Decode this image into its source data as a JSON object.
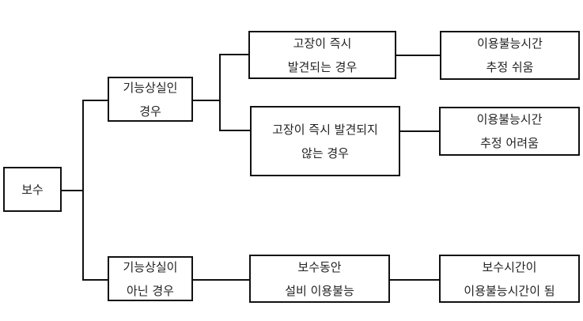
{
  "diagram": {
    "root": {
      "label": "보수"
    },
    "branches": [
      {
        "condition": "기능상실인\n경우",
        "cases": [
          {
            "case": "고장이 즉시\n발견되는 경우",
            "result": "이용불능시간\n추정 쉬움"
          },
          {
            "case": "고장이 즉시 발견되지\n않는 경우",
            "result": "이용불능시간\n추정 어려움"
          }
        ]
      },
      {
        "condition": "기능상실이\n아닌 경우",
        "cases": [
          {
            "case": "보수동안\n설비 이용불능",
            "result": "보수시간이\n이용불능시간이 됨"
          }
        ]
      }
    ]
  },
  "style": {
    "line_color": "#111111",
    "box_border_color": "#111111",
    "text_color": "#222222",
    "background": "#ffffff"
  }
}
